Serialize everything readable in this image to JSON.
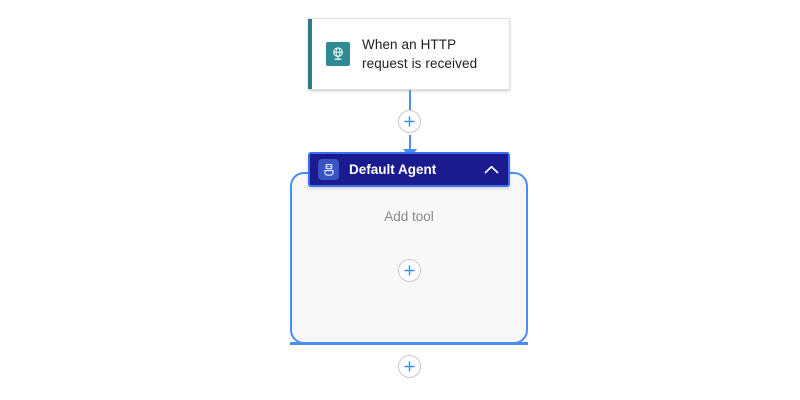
{
  "canvas": {
    "background_color": "#ffffff",
    "accent_color": "#4a8ef0"
  },
  "trigger_node": {
    "title": "When an HTTP request is received",
    "title_line1": "When an HTTP",
    "title_line2": "request is received",
    "icon": "http-globe-icon",
    "icon_background": "#2e8b93",
    "accent_bar_color": "#2e7d86",
    "card_background": "#ffffff"
  },
  "agent_node": {
    "title": "Default Agent",
    "icon": "robot-agent-icon",
    "header_background": "#1b1b8f",
    "header_border": "#3c6ff0",
    "icon_background": "#3a54c4",
    "collapse_icon": "chevron-up-icon",
    "body_background": "#f8f8f8",
    "body_border": "#4a8ef0",
    "add_tool_label": "Add tool",
    "add_tool_label_color": "#8a8886"
  },
  "connectors": {
    "line_color": "#4a8ef0",
    "add_step_icon": "plus-icon",
    "add_tool_icon": "plus-icon",
    "add_step_after_icon": "plus-icon"
  }
}
